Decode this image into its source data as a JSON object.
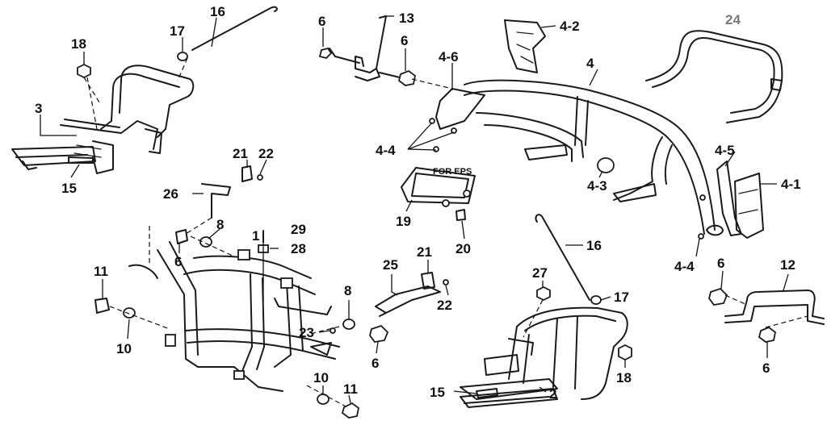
{
  "callouts": {
    "c16a": "16",
    "c18a": "18",
    "c17a": "17",
    "c3": "3",
    "c15a": "15",
    "c6a": "6",
    "c13": "13",
    "c6b": "6",
    "c4_6": "4-6",
    "c4_2": "4-2",
    "c4": "4",
    "c4_4a": "4-4",
    "c4_3": "4-3",
    "c24": "24",
    "c4_5": "4-5",
    "c4_1": "4-1",
    "c4_4b": "4-4",
    "c21a": "21",
    "c22a": "22",
    "c26": "26",
    "c8a": "8",
    "c6c": "6",
    "c1": "1",
    "c29": "29",
    "c28": "28",
    "c11a": "11",
    "c10a": "10",
    "c23": "23",
    "c8b": "8",
    "c6d": "6",
    "c10b": "10",
    "c11b": "11",
    "c19": "19",
    "c20": "20",
    "c21b": "21",
    "c25": "25",
    "c22b": "22",
    "c16b": "16",
    "c27": "27",
    "c17b": "17",
    "c18b": "18",
    "c15b": "15",
    "c2": "2",
    "c6e": "6",
    "c12": "12",
    "c6f": "6"
  },
  "notes": {
    "for_eps": "FOR EPS"
  },
  "colors": {
    "ink": "#1a1a1a",
    "label_grey": "#7a7a7a",
    "background": "#ffffff"
  }
}
